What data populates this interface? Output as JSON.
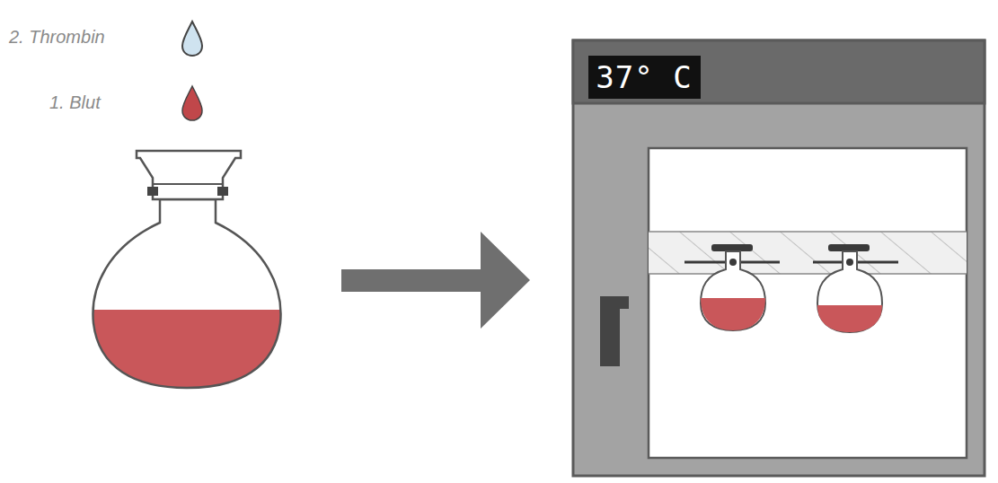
{
  "diagram": {
    "labels": [
      "2. Thrombin",
      "1. Blut",
      "37° C"
    ]
  }
}
